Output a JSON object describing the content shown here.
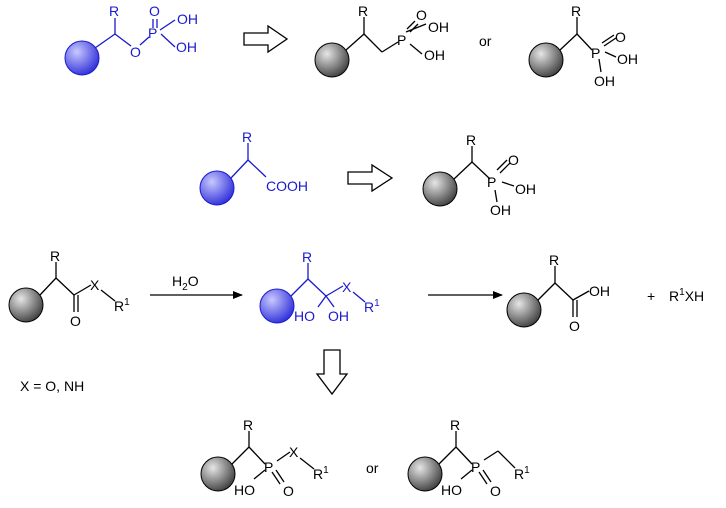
{
  "colors": {
    "highlight": "#1a1ad0",
    "bond": "#000000",
    "sphere_blue_light": "#c8c8ff",
    "sphere_blue_dark": "#2a2ad8",
    "sphere_grey_light": "#e6e6e6",
    "sphere_grey_dark": "#3a3a3a"
  },
  "row1": {
    "phosphate": {
      "R": "R",
      "O": "O",
      "P": "P",
      "O2": "O",
      "OH1": "OH",
      "OH2": "OH"
    },
    "phosphonate_a": {
      "R": "R",
      "P": "P",
      "O": "O",
      "OH1": "OH",
      "OH2": "OH"
    },
    "or": "or",
    "phosphonate_b": {
      "R": "R",
      "P": "P",
      "O": "O",
      "OH1": "OH",
      "OH2": "OH"
    }
  },
  "row2": {
    "acid": {
      "R": "R",
      "COOH": "COOH"
    },
    "phosphonate": {
      "R": "R",
      "P": "P",
      "O": "O",
      "OH1": "OH",
      "OH2": "OH"
    }
  },
  "row3": {
    "ester": {
      "R": "R",
      "X": "X",
      "R1": "R",
      "sup": "1",
      "O": "O"
    },
    "water": {
      "H": "H",
      "sub": "2",
      "O": "O"
    },
    "intermediate": {
      "R": "R",
      "X": "X",
      "R1": "R",
      "sup": "1",
      "HO": "HO",
      "OH": "OH"
    },
    "acid": {
      "R": "R",
      "OH": "OH",
      "O": "O"
    },
    "plus": "+",
    "byproduct": {
      "R": "R",
      "sup": "1",
      "XH": "XH"
    },
    "x_definition": "X = O, NH"
  },
  "row4": {
    "phosphonate_left": {
      "R": "R",
      "P": "P",
      "X": "X",
      "R1": "R",
      "sup": "1",
      "HO": "HO",
      "O": "O"
    },
    "or": "or",
    "phosphinate_right": {
      "R": "R",
      "P": "P",
      "HO": "HO",
      "O": "O",
      "R1": "R",
      "sup": "1"
    }
  }
}
